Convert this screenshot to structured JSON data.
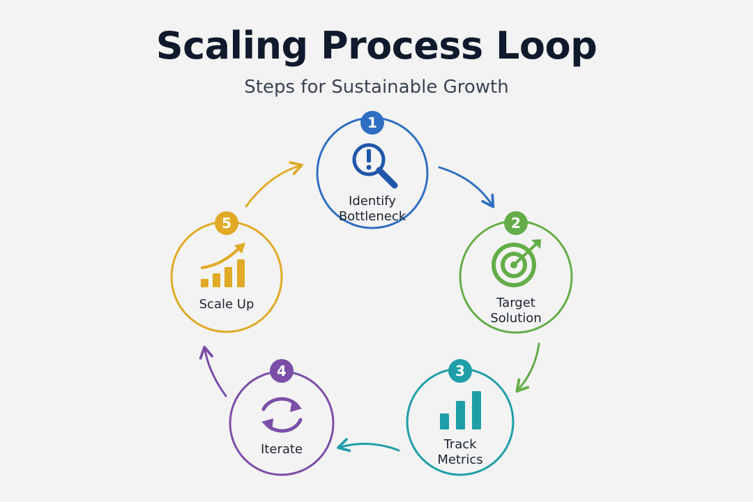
{
  "header": {
    "title": "Scaling Process Loop",
    "subtitle": "Steps for Sustainable Growth"
  },
  "steps": [
    {
      "number": "1",
      "line1": "Identify",
      "line2": "Bottleneck",
      "icon": "magnifier-alert-icon",
      "color": "#2f6fc1"
    },
    {
      "number": "2",
      "line1": "Target",
      "line2": "Solution",
      "icon": "target-arrow-icon",
      "color": "#64ad48"
    },
    {
      "number": "3",
      "line1": "Track",
      "line2": "Metrics",
      "icon": "bar-chart-icon",
      "color": "#1f9ea8"
    },
    {
      "number": "4",
      "line1": "Iterate",
      "line2": "",
      "icon": "refresh-cycle-icon",
      "color": "#7b4ea8"
    },
    {
      "number": "5",
      "line1": "Scale Up",
      "line2": "",
      "icon": "growth-chart-icon",
      "color": "#e0aa26"
    }
  ]
}
